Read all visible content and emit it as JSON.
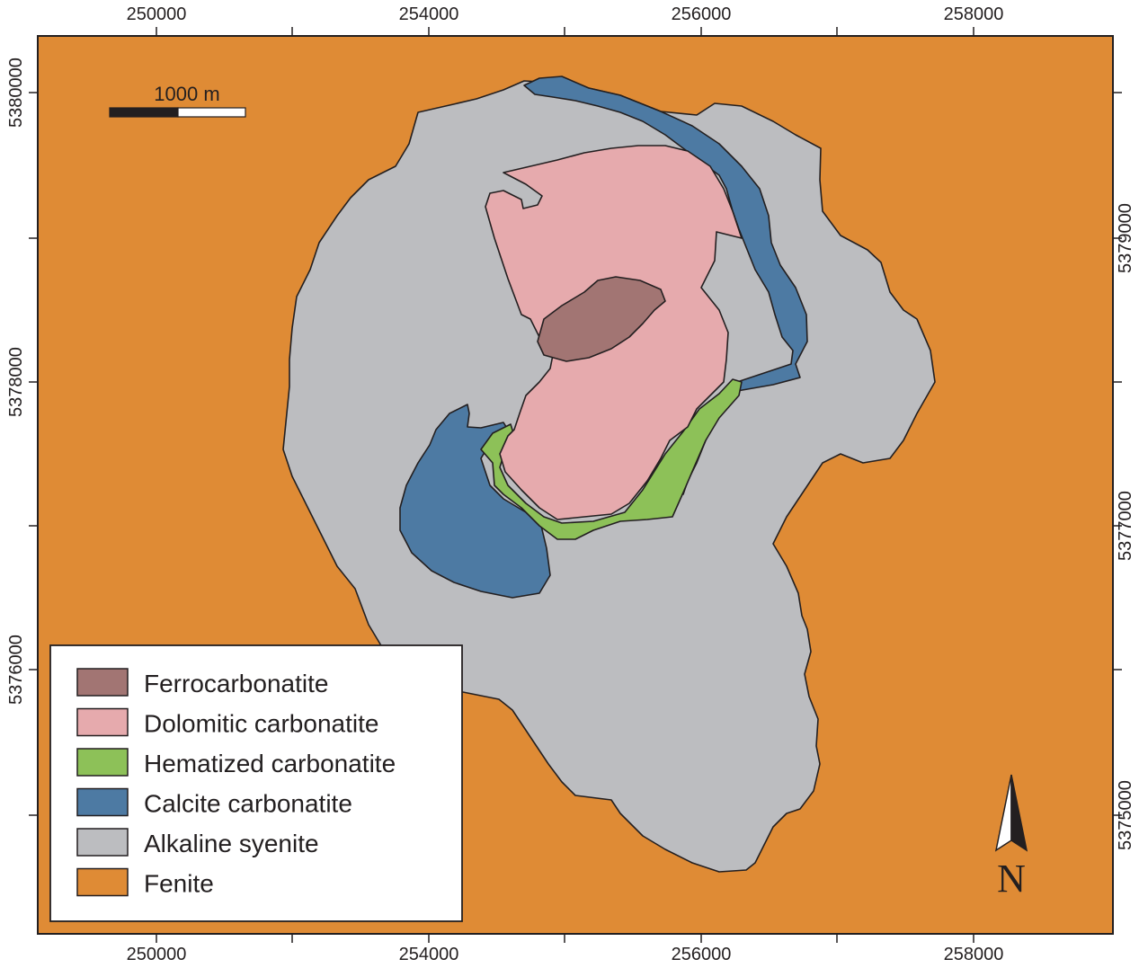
{
  "map": {
    "colors": {
      "fenite": "#df8b35",
      "alkaline_syenite": "#bcbdc0",
      "calcite_carbonatite": "#4d7aa3",
      "hematized_carbonatite": "#8dc158",
      "dolomitic_carbonatite": "#e6aaad",
      "ferrocarbonatite": "#a27573",
      "outline": "#231f20"
    },
    "axes": {
      "top_ticks": [
        "250000",
        "254000",
        "256000",
        "258000"
      ],
      "bottom_ticks": [
        "250000",
        "254000",
        "256000",
        "258000"
      ],
      "left_ticks": [
        "5380000",
        "5378000",
        "5376000"
      ],
      "right_ticks": [
        "5379000",
        "5377000",
        "5375000"
      ]
    },
    "scale_bar": {
      "label": "1000 m"
    },
    "north_arrow": {
      "label": "N",
      "icon": "north-arrow-icon"
    },
    "legend": {
      "items": [
        {
          "label": "Ferrocarbonatite",
          "color": "#a27573"
        },
        {
          "label": "Dolomitic carbonatite",
          "color": "#e6aaad"
        },
        {
          "label": "Hematized carbonatite",
          "color": "#8dc158"
        },
        {
          "label": "Calcite carbonatite",
          "color": "#4d7aa3"
        },
        {
          "label": "Alkaline syenite",
          "color": "#bcbdc0"
        },
        {
          "label": "Fenite",
          "color": "#df8b35"
        }
      ]
    }
  }
}
